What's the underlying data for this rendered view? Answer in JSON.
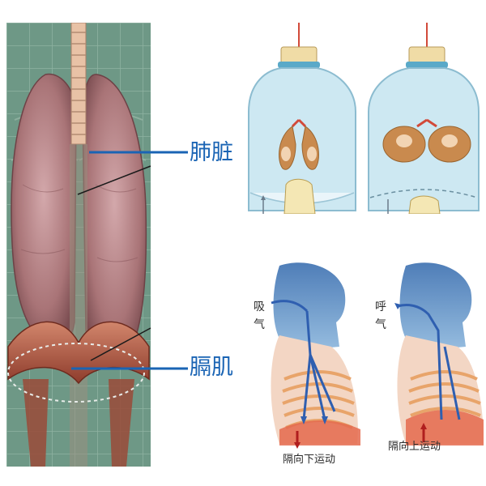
{
  "labels": {
    "lung": "肺脏",
    "diaphragm": "膈肌"
  },
  "breathing": {
    "inhale": {
      "side_label": [
        "吸",
        "气"
      ],
      "caption": "隔向下运动"
    },
    "exhale": {
      "side_label": [
        "呼",
        "气"
      ],
      "caption": "隔向上运动"
    }
  },
  "colors": {
    "label_blue": "#1a64b4",
    "grid_green": "#5e8a76",
    "lung_pink": "#b98a8e",
    "diaphragm_red": "#b5563d",
    "jar_blue": "#cde8f2",
    "balloon_brown": "#c98a4e",
    "airflow_blue": "#2f5fb0",
    "rib_orange": "#e8a46a"
  }
}
